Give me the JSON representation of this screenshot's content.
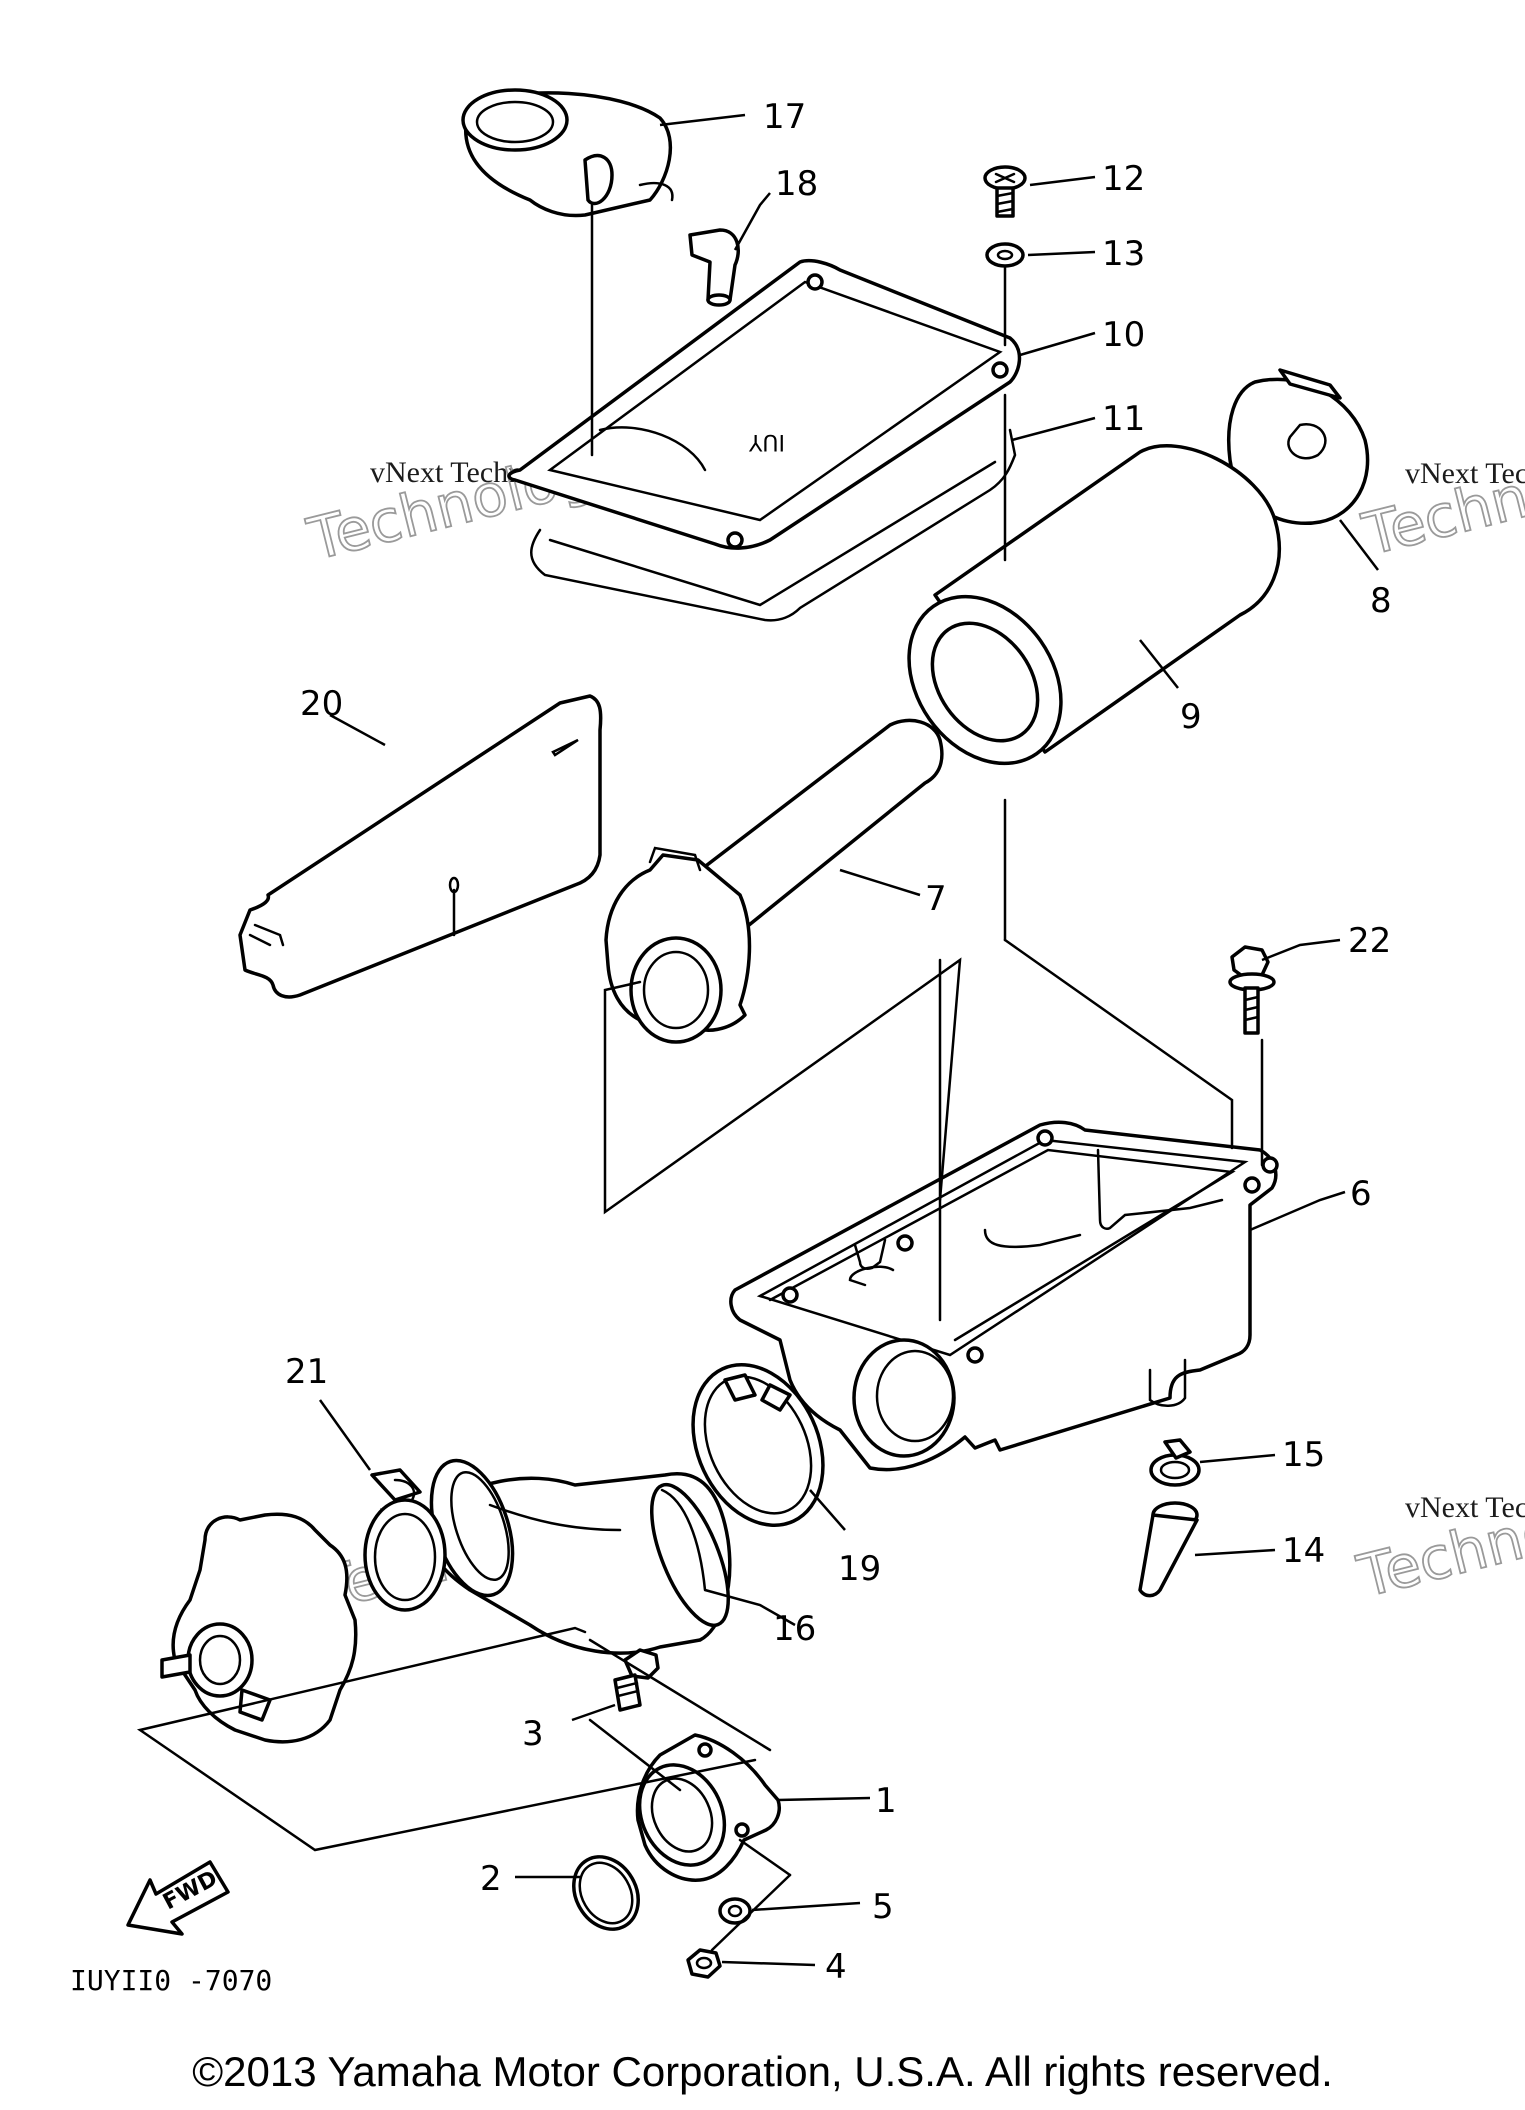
{
  "callouts": [
    {
      "id": "17",
      "label": "17"
    },
    {
      "id": "18",
      "label": "18"
    },
    {
      "id": "12",
      "label": "12"
    },
    {
      "id": "13",
      "label": "13"
    },
    {
      "id": "10",
      "label": "10"
    },
    {
      "id": "11",
      "label": "11"
    },
    {
      "id": "8",
      "label": "8"
    },
    {
      "id": "9",
      "label": "9"
    },
    {
      "id": "20",
      "label": "20"
    },
    {
      "id": "7",
      "label": "7"
    },
    {
      "id": "22",
      "label": "22"
    },
    {
      "id": "6",
      "label": "6"
    },
    {
      "id": "21",
      "label": "21"
    },
    {
      "id": "19",
      "label": "19"
    },
    {
      "id": "15",
      "label": "15"
    },
    {
      "id": "14",
      "label": "14"
    },
    {
      "id": "16",
      "label": "16"
    },
    {
      "id": "3",
      "label": "3"
    },
    {
      "id": "1",
      "label": "1"
    },
    {
      "id": "2",
      "label": "2"
    },
    {
      "id": "5",
      "label": "5"
    },
    {
      "id": "4",
      "label": "4"
    }
  ],
  "case_marking": "IUY",
  "direction_marker": "FWD",
  "diagram_code": "IUYII0 -7070",
  "watermark": {
    "line1": "vNext Technologies",
    "line2": "Technologies"
  },
  "copyright": "©2013 Yamaha Motor Corporation, U.S.A. All rights reserved."
}
